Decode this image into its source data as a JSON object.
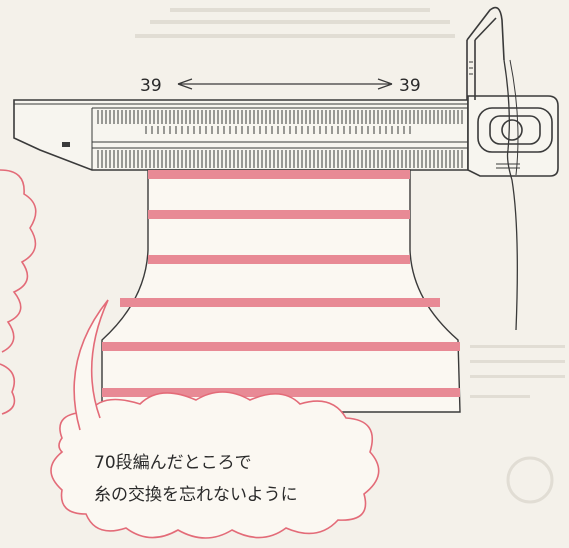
{
  "measure": {
    "left_label": "39",
    "right_label": "39"
  },
  "bubble": {
    "line1": "70段編んだところで",
    "line2": "糸の交換を忘れないように"
  },
  "colors": {
    "paper": "#f4f1ea",
    "stripe": "#e88a95",
    "outline": "#3a3a3a",
    "bubble_outline": "#e36b78",
    "ghost_text": "#d9d5cc"
  }
}
